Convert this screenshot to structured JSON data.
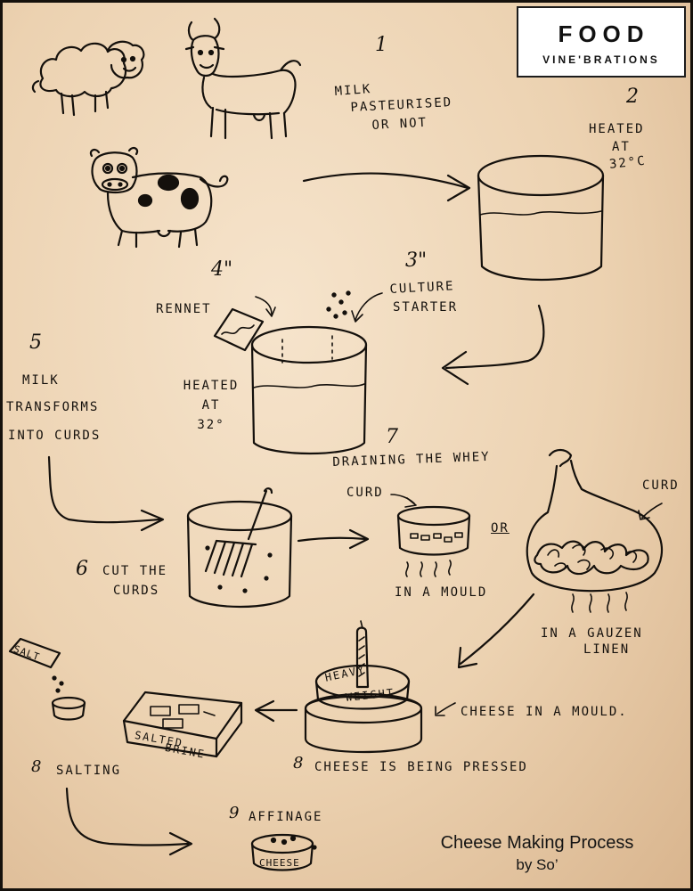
{
  "logo": {
    "title": "FOOD",
    "subtitle": "VINE'BRATIONS"
  },
  "steps": {
    "s1": {
      "number": "1",
      "lines": [
        "MILK",
        "PASTEURISED",
        "OR NOT"
      ]
    },
    "s2": {
      "number": "2",
      "lines": [
        "HEATED",
        "AT",
        "32°C"
      ]
    },
    "s3": {
      "number": "3\"",
      "lines": [
        "CULTURE",
        "STARTER"
      ]
    },
    "s4": {
      "number": "4\"",
      "label": "RENNET",
      "heated": [
        "HEATED",
        "AT",
        "32°"
      ]
    },
    "s5": {
      "number": "5",
      "lines": [
        "MILK",
        "TRANSFORMS",
        "INTO CURDS"
      ]
    },
    "s6": {
      "number": "6",
      "lines": [
        "CUT THE",
        "CURDS"
      ]
    },
    "s7": {
      "number": "7",
      "title": "DRAINING THE WHEY",
      "curd_label_left": "CURD",
      "mould_label": "IN A MOULD",
      "or_label": "OR",
      "curd_label_right": "CURD",
      "linen_lines": [
        "IN A GAUZEN",
        "LINEN"
      ]
    },
    "s8_press": {
      "number": "8",
      "label": "CHEESE IS BEING PRESSED",
      "mould_note": "CHEESE IN A MOULD.",
      "weight_lines": [
        "HEAVY",
        "WEIGHT"
      ]
    },
    "s8_salt": {
      "number": "8",
      "label": "SALTING",
      "salt_tag": "SALT",
      "brine_lines": [
        "SALTED",
        "BRINE"
      ]
    },
    "s9": {
      "number": "9",
      "label": "AFFINAGE",
      "cheese_label": "CHEESE"
    }
  },
  "caption": {
    "title": "Cheese Making Process",
    "author": "by So’"
  }
}
